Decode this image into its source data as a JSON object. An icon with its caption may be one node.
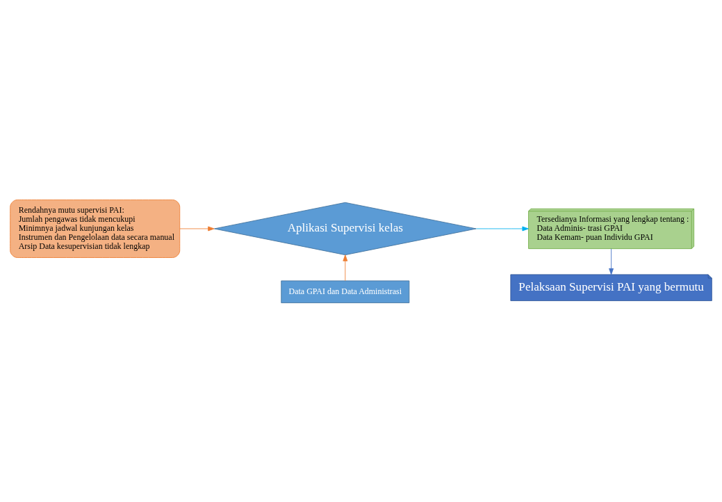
{
  "diagram": {
    "nodes": [
      {
        "text": [
          "Rendahnya mutu supervisi PAI:",
          "Jumlah pengawas tidak mencukupi",
          "Minimnya jadwal kunjungan kelas",
          "Instrumen dan Pengelolaan data secara manual",
          "Arsip Data kesupervisian tidak lengkap"
        ]
      },
      {
        "text": [
          "Aplikasi Supervisi kelas"
        ]
      },
      {
        "text": [
          "Data GPAI dan Data Administrasi"
        ]
      },
      {
        "text": [
          "Tersedianya Informasi yang lengkap tentang :",
          "Data Adminis- trasi GPAI",
          "Data Kemam- puan Individu GPAI"
        ]
      },
      {
        "text": [
          "Pelaksaan Supervisi PAI yang bermutu"
        ]
      }
    ],
    "edges": [
      {
        "from": 0,
        "to": 1,
        "arrow": "to",
        "color": "#ed7d31"
      },
      {
        "from": 2,
        "to": 1,
        "arrow": "to",
        "color": "#ed7d31"
      },
      {
        "from": 1,
        "to": 3,
        "arrow": "to",
        "color": "#00b0f0"
      },
      {
        "from": 3,
        "to": 4,
        "arrow": "to",
        "color": "#4472c4"
      }
    ]
  }
}
